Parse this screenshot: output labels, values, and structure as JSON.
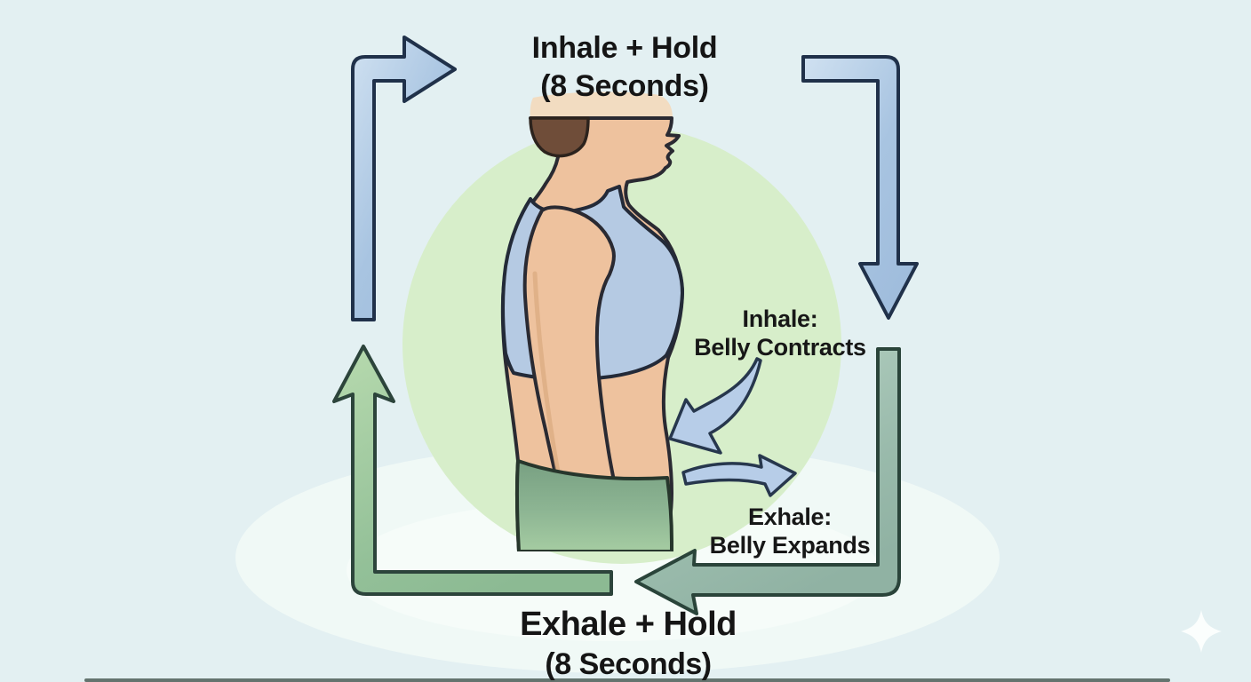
{
  "diagram": {
    "top_caption": {
      "line1": "Inhale + Hold",
      "line2": "(8 Seconds)"
    },
    "bottom_caption": {
      "line1": "Exhale + Hold",
      "line2": "(8 Seconds)"
    },
    "inhale_note": {
      "line1": "Inhale:",
      "line2": "Belly Contracts"
    },
    "exhale_note": {
      "line1": "Exhale:",
      "line2": "Belly Expands"
    }
  },
  "icons": {
    "top_left_arrow": "up-then-right-arrow",
    "top_right_arrow": "right-then-down-arrow",
    "left_arrow": "up-arrow-with-bottom-rail",
    "bottom_right_arrow": "down-then-left-arrow",
    "inhale_curved_arrow": "curved-arrow-down-left",
    "exhale_curved_arrow": "curved-arrow-right",
    "sparkle": "four-point-sparkle"
  },
  "colors": {
    "background": "#e3f0f2",
    "backdrop_circle": "#d7eeca",
    "inhale_arrow_blue": "#a9c5e2",
    "hold_arrow_green": "#9ec7a0",
    "exhale_arrow_teal": "#a5c4b5",
    "text": "#151515",
    "skin": "#eec29e",
    "hair": "#6f4d39",
    "sports_bra": "#b5cae3",
    "leggings": "#84aa89"
  }
}
